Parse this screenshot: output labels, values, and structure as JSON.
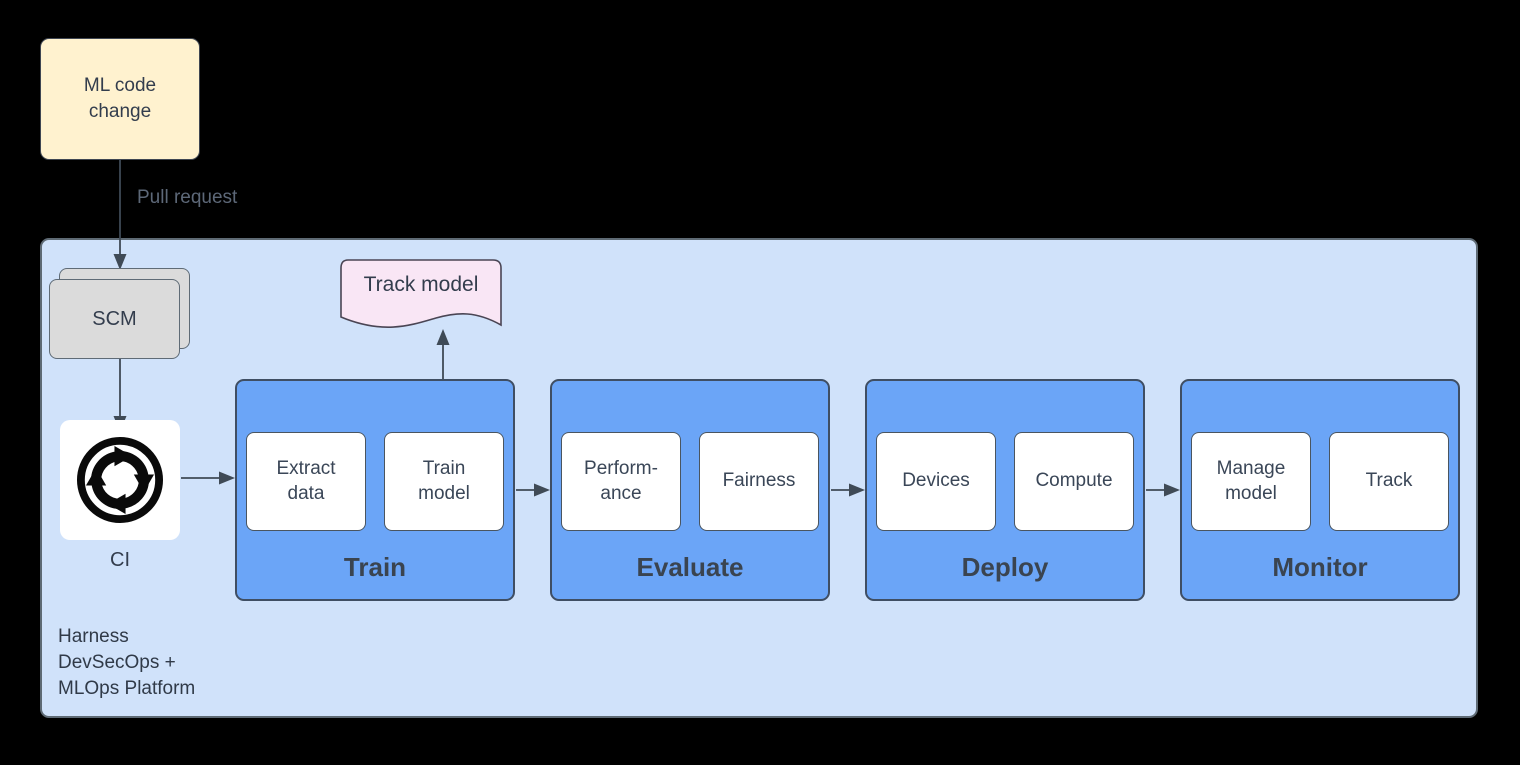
{
  "diagram": {
    "ml_code_change_label": "ML code change",
    "pull_request_label": "Pull request",
    "scm_label": "SCM",
    "ci_label": "CI",
    "track_model_label": "Track model",
    "platform_label": "Harness\nDevSecOps +\nMLOps Platform",
    "stages": [
      {
        "label": "Train",
        "items": [
          "Extract\ndata",
          "Train\nmodel"
        ]
      },
      {
        "label": "Evaluate",
        "items": [
          "Perform-\nance",
          "Fairness"
        ]
      },
      {
        "label": "Deploy",
        "items": [
          "Devices",
          "Compute"
        ]
      },
      {
        "label": "Monitor",
        "items": [
          "Manage\nmodel",
          "Track"
        ]
      }
    ],
    "icons": {
      "ci": "cycle-arrows-icon"
    },
    "colors": {
      "background": "#000000",
      "platform_fill": "#D0E2FA",
      "platform_border": "#5E6A74",
      "stage_fill": "#6BA5F7",
      "stage_border": "#3F4E63",
      "item_fill": "#FFFFFF",
      "item_border": "#4A5560",
      "cream_fill": "#FFF2CF",
      "gray_fill": "#DBDBDB",
      "pink_fill": "#F9E6F5",
      "text": "#333D4D",
      "muted_text": "#5D6878",
      "arrow": "#3F4A56",
      "icon_black": "#0A0A0A"
    }
  }
}
